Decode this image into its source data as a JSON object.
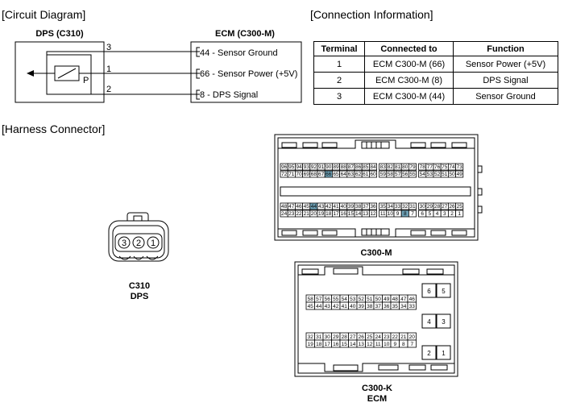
{
  "sections": {
    "circuit": "[Circuit Diagram]",
    "connection": "[Connection Information]",
    "harness": "[Harness Connector]"
  },
  "circuit": {
    "dps_title": "DPS (C310)",
    "ecm_title": "ECM (C300-M)",
    "pins": [
      {
        "dps_pin": "3",
        "ecm_label": "44 - Sensor Ground"
      },
      {
        "dps_pin": "1",
        "ecm_label": "66 - Sensor Power (+5V)"
      },
      {
        "dps_pin": "2",
        "ecm_label": "8 - DPS Signal"
      }
    ],
    "sensor_symbol": "P"
  },
  "connection_table": {
    "headers": [
      "Terminal",
      "Connected to",
      "Function"
    ],
    "rows": [
      [
        "1",
        "ECM C300-M (66)",
        "Sensor Power (+5V)"
      ],
      [
        "2",
        "ECM C300-M (8)",
        "DPS Signal"
      ],
      [
        "3",
        "ECM C300-M (44)",
        "Sensor Ground"
      ]
    ]
  },
  "harness": {
    "c310": {
      "pins": [
        "3",
        "2",
        "1"
      ],
      "label1": "C310",
      "label2": "DPS"
    },
    "c300m": {
      "label": "C300-M",
      "row1": [
        "96",
        "95",
        "94",
        "93",
        "92",
        "91",
        "90",
        "89",
        "88",
        "87",
        "86",
        "85",
        "84",
        "83",
        "82",
        "81",
        "80",
        "79",
        "78",
        "77",
        "76",
        "75",
        "74",
        "73"
      ],
      "row2": [
        "72",
        "71",
        "70",
        "69",
        "68",
        "67",
        "66",
        "65",
        "64",
        "63",
        "62",
        "61",
        "60",
        "59",
        "58",
        "57",
        "56",
        "55",
        "54",
        "53",
        "52",
        "51",
        "50",
        "49"
      ],
      "row3": [
        "48",
        "47",
        "46",
        "45",
        "44",
        "43",
        "42",
        "41",
        "40",
        "39",
        "38",
        "37",
        "36",
        "35",
        "34",
        "33",
        "32",
        "31",
        "30",
        "29",
        "28",
        "27",
        "26",
        "25"
      ],
      "row4": [
        "24",
        "23",
        "22",
        "21",
        "20",
        "19",
        "18",
        "17",
        "16",
        "15",
        "14",
        "13",
        "12",
        "11",
        "10",
        "9",
        "8",
        "7",
        "6",
        "5",
        "4",
        "3",
        "2",
        "1"
      ],
      "highlight": [
        "66",
        "44",
        "8"
      ],
      "highlight_color": "#6fa3b8"
    },
    "c300k": {
      "label1": "C300-K",
      "label2": "ECM",
      "row1": [
        "58",
        "57",
        "56",
        "55",
        "54",
        "53",
        "52",
        "51",
        "50",
        "49",
        "48",
        "47",
        "46"
      ],
      "row2": [
        "45",
        "44",
        "43",
        "42",
        "41",
        "40",
        "39",
        "38",
        "37",
        "36",
        "35",
        "34",
        "33"
      ],
      "row3": [
        "32",
        "31",
        "30",
        "29",
        "28",
        "27",
        "26",
        "25",
        "24",
        "23",
        "22",
        "21",
        "20"
      ],
      "row4": [
        "19",
        "18",
        "17",
        "16",
        "15",
        "14",
        "13",
        "12",
        "11",
        "10",
        "9",
        "8",
        "7"
      ],
      "big_pins": [
        [
          "6",
          "5"
        ],
        [
          "4",
          "3"
        ],
        [
          "2",
          "1"
        ]
      ]
    }
  }
}
